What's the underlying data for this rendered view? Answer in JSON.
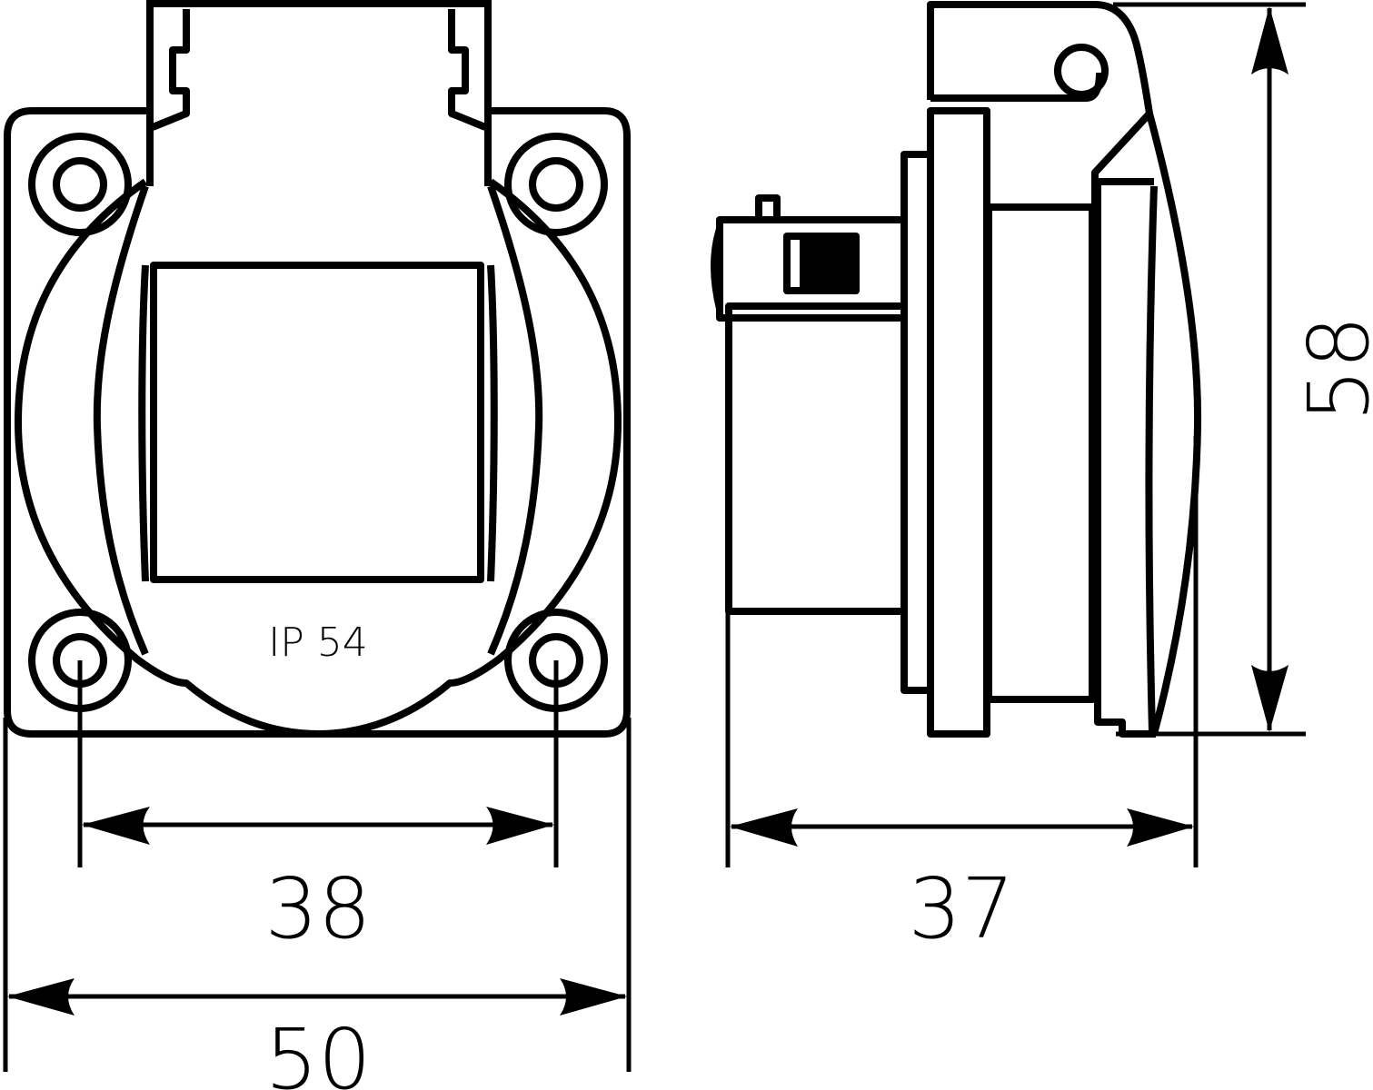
{
  "drawing": {
    "front_view": {
      "rating_label": "IP 54"
    },
    "dimensions": {
      "mounting_hole_spacing": "38",
      "overall_width": "50",
      "depth": "37",
      "overall_height": "58"
    },
    "line_color": "#000000",
    "background_color": "#ffffff"
  }
}
